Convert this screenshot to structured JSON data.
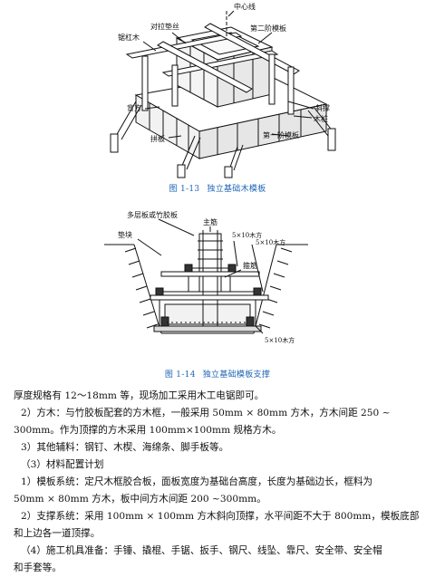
{
  "figure1": {
    "labels": {
      "center_line": "中心线",
      "tie_wood": "对拉垫丝",
      "clamp_wood": "锯杠木",
      "second_step_form": "第二阶模板",
      "brace": "斜撑",
      "pile": "木桩",
      "back_brace": "背方",
      "joint_board": "拼板",
      "first_step_form": "第一阶模板"
    },
    "caption_no": "图 1-13",
    "caption_title": "独立基础木模板"
  },
  "figure2": {
    "labels": {
      "plywood": "多层板或竹胶板",
      "main_bar": "主筋",
      "pad_block": "垫块",
      "timber_1": "5×10木方",
      "timber_2": "5×10木方",
      "stirrup": "箍筋",
      "timber_3": "5×10木方"
    },
    "caption_no": "图 1-14",
    "caption_title": "独立基础模板支撑"
  },
  "body": {
    "line1": "厚度规格有 12～18mm 等，现场加工采用木工电锯即可。",
    "line2": "2）方木：与竹胶板配套的方木框，一般采用 50mm × 80mm 方木，方木间距 250 ~",
    "line3": "300mm。作为顶撑的方木采用 100mm×100mm 规格方木。",
    "line4": "3）其他辅料：钢钉、木楔、海绵条、脚手板等。",
    "line5": "（3）材料配置计划",
    "line6": "1）模板系统：定尺木框胶合板，面板宽度为基础台高度，长度为基础边长，框料为",
    "line7": "50mm × 80mm 方木，板中间方木间距 200 ~300mm。",
    "line8": "2）支撑系统：采用 100mm × 100mm 方木斜向顶撑，水平间距不大于 800mm，模板底部",
    "line9": "和上边各一道顶撑。",
    "line10": "（4）施工机具准备：手锤、撬棍、手锯、扳手、钢尺、线坠、靠尺、安全带、安全帽",
    "line11": "和手套等。"
  }
}
